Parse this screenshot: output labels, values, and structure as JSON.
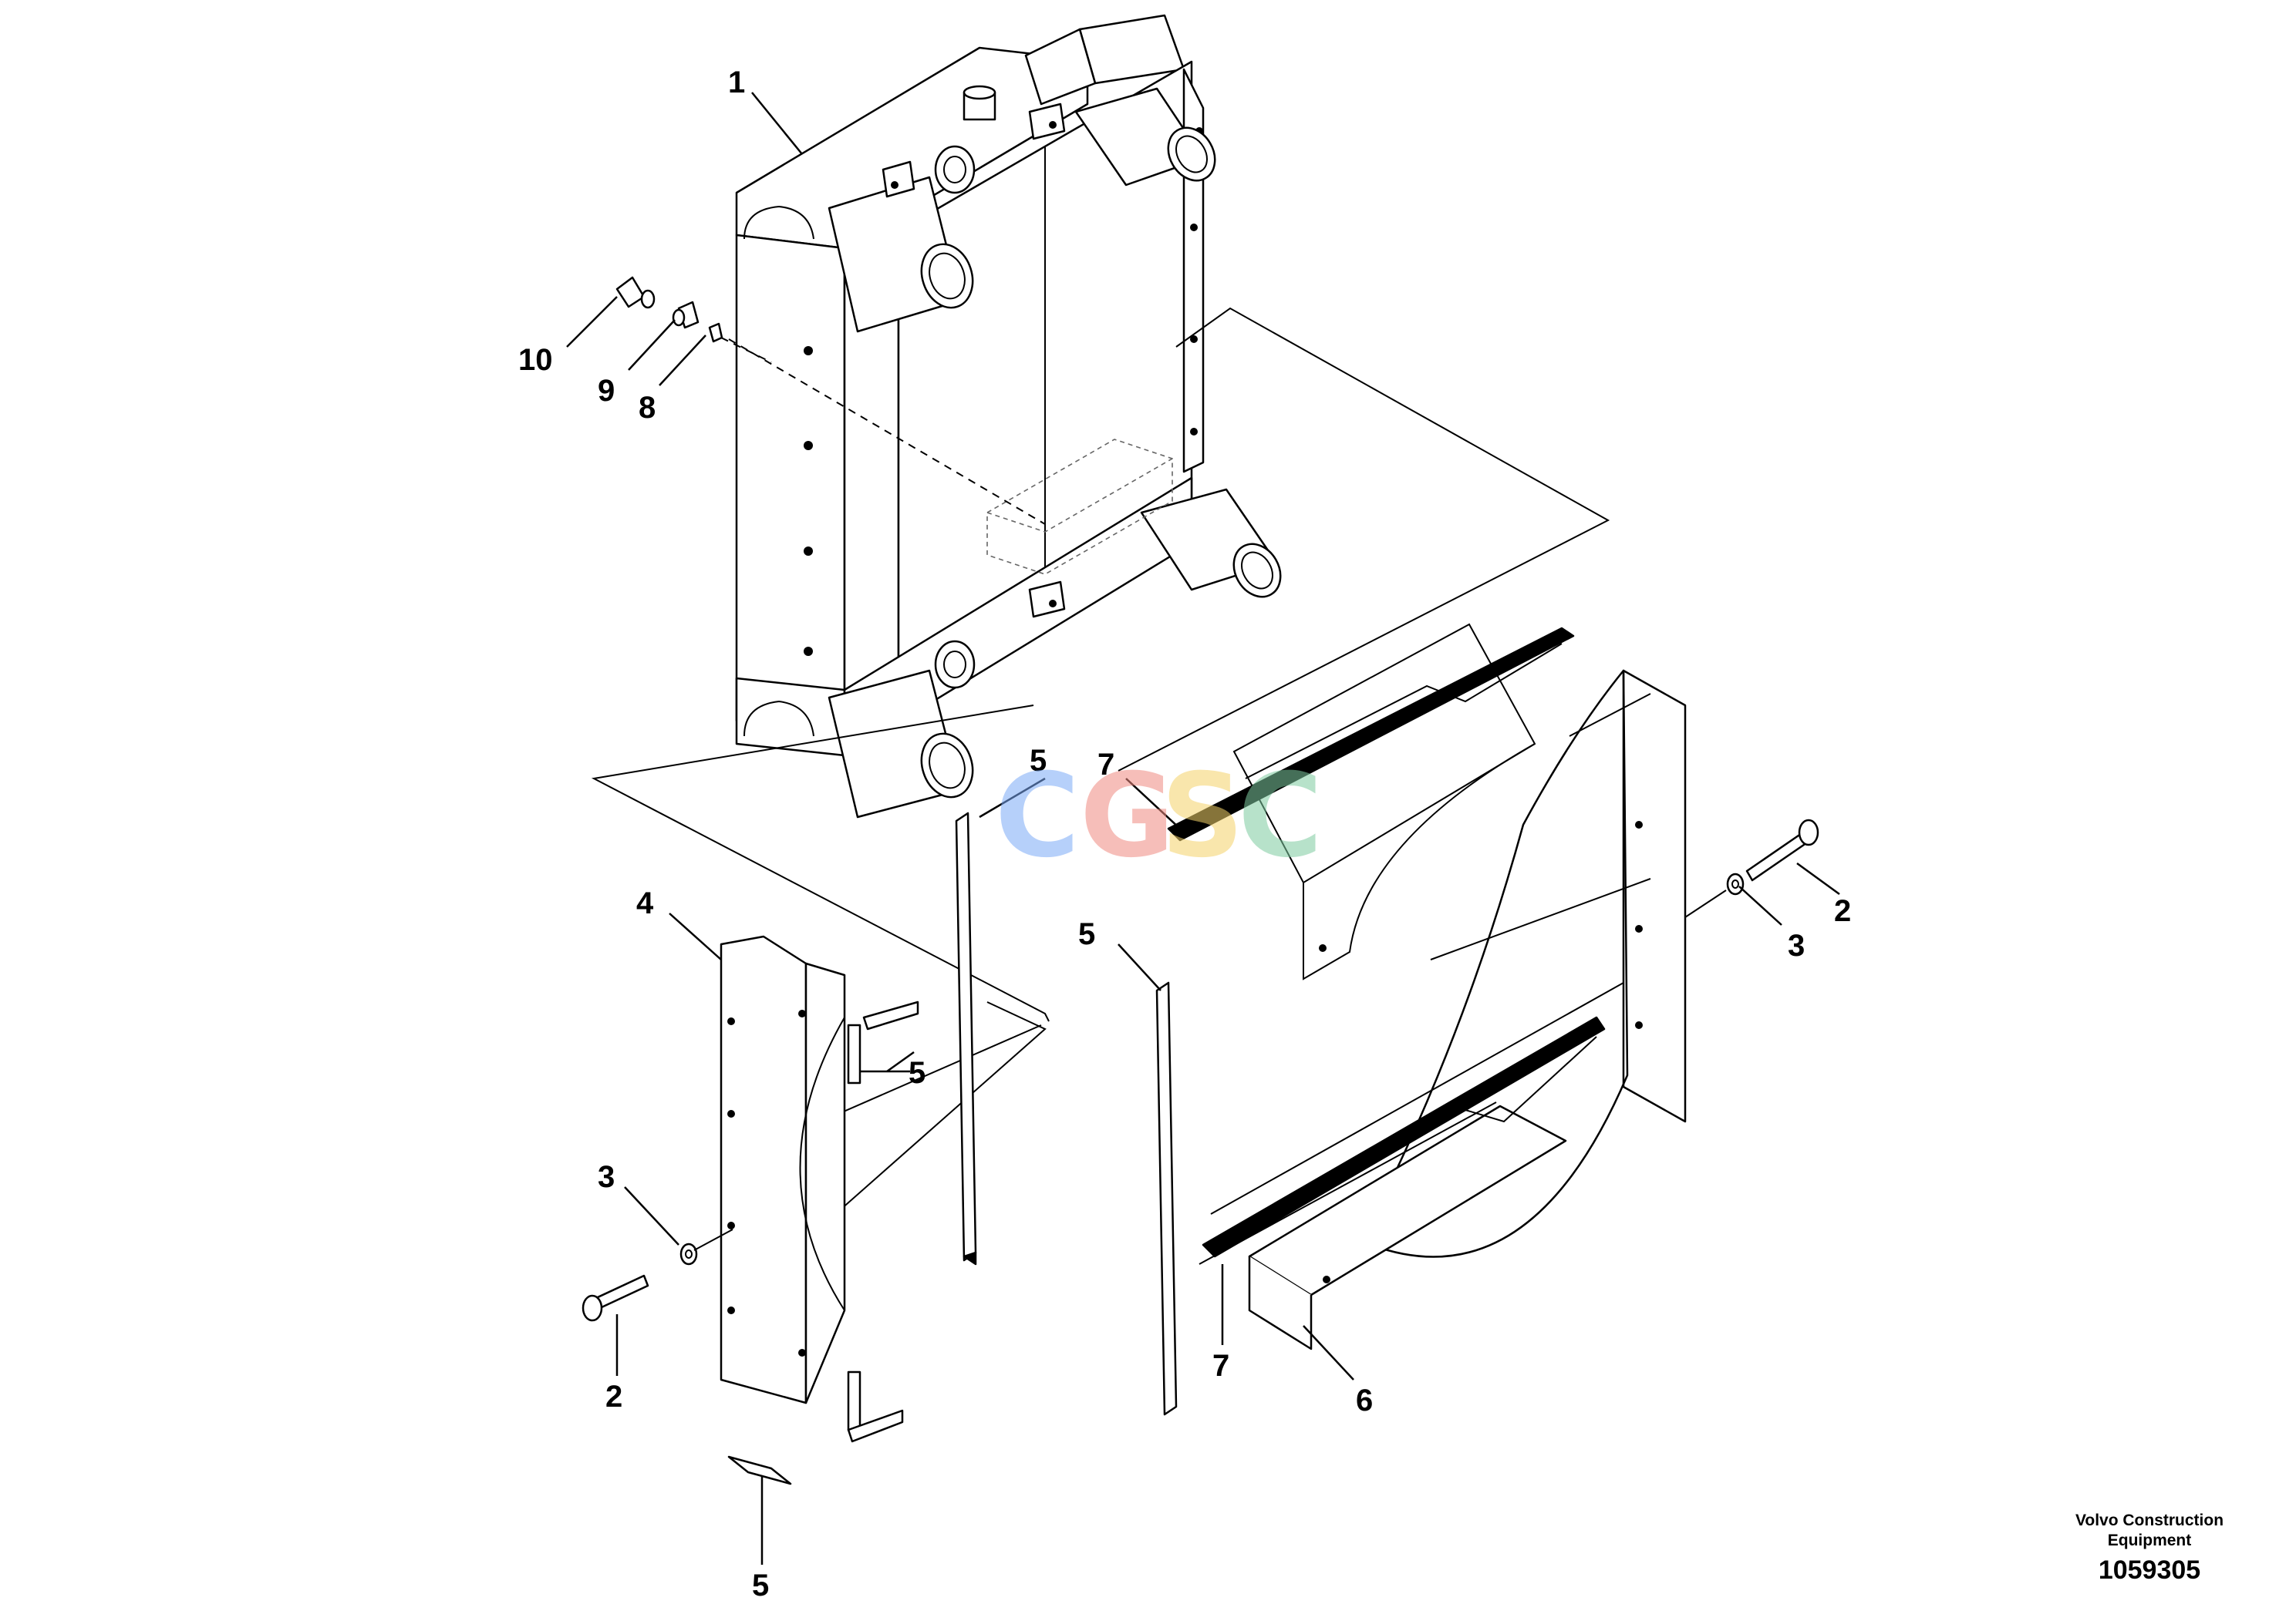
{
  "diagram": {
    "callouts": [
      {
        "id": "c-1",
        "label": "1"
      },
      {
        "id": "c-10",
        "label": "10"
      },
      {
        "id": "c-9",
        "label": "9"
      },
      {
        "id": "c-8",
        "label": "8"
      },
      {
        "id": "c-5a",
        "label": "5"
      },
      {
        "id": "c-7a",
        "label": "7"
      },
      {
        "id": "c-4",
        "label": "4"
      },
      {
        "id": "c-5b",
        "label": "5"
      },
      {
        "id": "c-5c",
        "label": "5"
      },
      {
        "id": "c-3a",
        "label": "3"
      },
      {
        "id": "c-2a",
        "label": "2"
      },
      {
        "id": "c-5d",
        "label": "5"
      },
      {
        "id": "c-2b",
        "label": "2"
      },
      {
        "id": "c-3b",
        "label": "3"
      },
      {
        "id": "c-7b",
        "label": "7"
      },
      {
        "id": "c-6",
        "label": "6"
      }
    ]
  },
  "footer": {
    "company_line1": "Volvo Construction",
    "company_line2": "Equipment",
    "drawing_number": "1059305"
  },
  "watermark": {
    "letters": [
      "C",
      "G",
      "S",
      "C"
    ],
    "colors": [
      "#7baaf7",
      "#f08a80",
      "#f5d36a",
      "#7ecba0"
    ]
  }
}
